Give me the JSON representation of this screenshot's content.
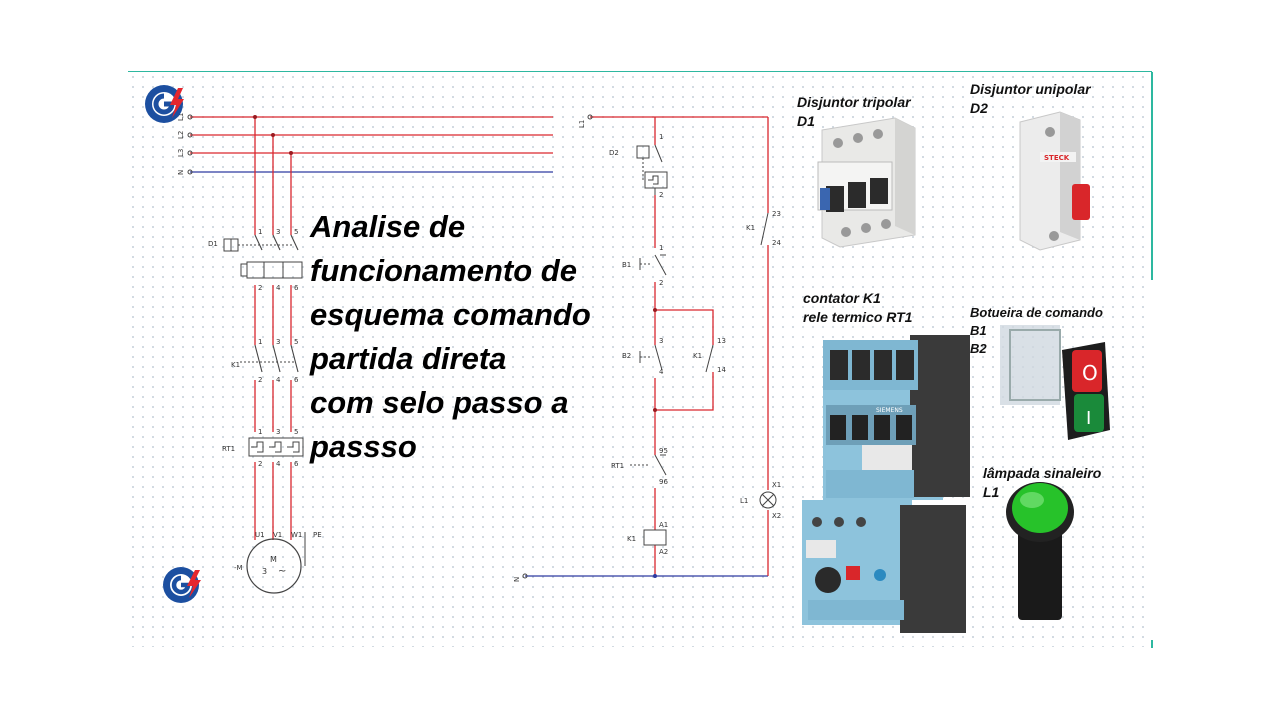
{
  "title_lines": [
    "Analise de",
    "funcionamento de",
    "esquema comando",
    "partida direta",
    "com selo passo a",
    "passso"
  ],
  "power_circuit": {
    "lines": [
      "L1",
      "L2",
      "L3",
      "N"
    ],
    "breaker": "D1",
    "contactor": "K1",
    "relay": "RT1",
    "terminals_top": [
      "1",
      "3",
      "5"
    ],
    "terminals_bottom": [
      "2",
      "4",
      "6"
    ],
    "motor": {
      "label": "M",
      "phases": "3",
      "symbol": "~",
      "ref": "-M",
      "terminals": [
        "U1",
        "V1",
        "W1",
        "PE"
      ]
    }
  },
  "control_circuit": {
    "top_line": "L1",
    "bottom_line": "N",
    "breaker": {
      "label": "D2",
      "t_top": "1",
      "t_bottom": "2"
    },
    "b1": {
      "label": "B1",
      "t_top": "1",
      "t_bottom": "2"
    },
    "b2": {
      "label": "B2",
      "t_top": "3",
      "t_bottom": "4"
    },
    "seal": {
      "label": "K1",
      "t_top": "13",
      "t_bottom": "14"
    },
    "aux": {
      "label": "K1",
      "t_top": "23",
      "t_bottom": "24"
    },
    "rt1": {
      "label": "RT1",
      "t_top": "95",
      "t_bottom": "96"
    },
    "coil": {
      "label": "K1",
      "t_top": "A1",
      "t_bottom": "A2"
    },
    "lamp": {
      "label": "L1",
      "t_top": "X1",
      "t_bottom": "X2"
    }
  },
  "photos": {
    "d1": {
      "lines": [
        "Disjuntor tripolar",
        "D1"
      ]
    },
    "d2": {
      "lines": [
        "Disjuntor unipolar",
        "D2"
      ],
      "brand": "STECK"
    },
    "k1": {
      "lines": [
        "contator K1",
        "rele termico RT1"
      ],
      "brand": "SIEMENS"
    },
    "b": {
      "lines": [
        "Botueira de comando",
        "B1",
        "B2"
      ],
      "off_symbol": "O",
      "on_symbol": "I"
    },
    "l1": {
      "lines": [
        "lâmpada sinaleiro",
        "L1"
      ]
    }
  },
  "colors": {
    "phase": "#d9272e",
    "neutral": "#2d3aa0",
    "control": "#d9272e",
    "frame": "#2db8a0",
    "logo_blue": "#1c4fa0",
    "logo_red": "#e5262d",
    "button_red": "#d9262a",
    "button_green": "#1a8a3a",
    "lamp_green": "#27c22a"
  },
  "icons": [
    "logo-icon",
    "motor-icon",
    "lamp-icon"
  ]
}
